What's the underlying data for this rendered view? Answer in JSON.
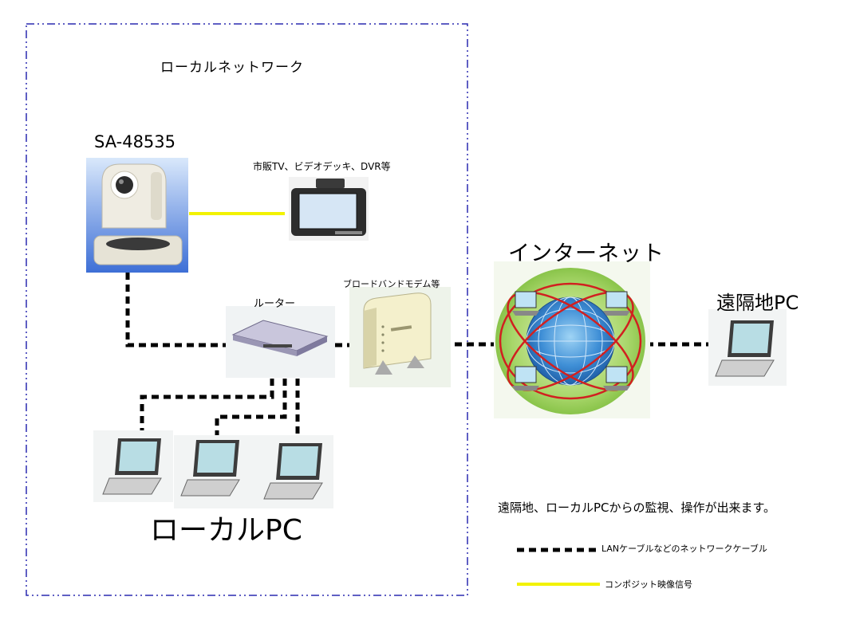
{
  "labels": {
    "local_network": "ローカルネットワーク",
    "camera_model": "SA-48535",
    "tv_devices": "市販TV、ビデオデッキ、DVR等",
    "router": "ルーター",
    "modem": "ブロードバンドモデム等",
    "internet": "インターネット",
    "remote_pc": "遠隔地PC",
    "local_pc": "ローカルPC",
    "note": "遠隔地、ローカルPCからの監視、操作が出来ます。"
  },
  "legend": [
    {
      "label": "LANケーブルなどのネットワークケーブル",
      "style": "dashed-black"
    },
    {
      "label": "コンポジット映像信号",
      "style": "solid-yellow"
    }
  ],
  "colors": {
    "boundary": "#2a2ab0",
    "network_cable": "#000000",
    "video_signal": "#f2f200"
  }
}
